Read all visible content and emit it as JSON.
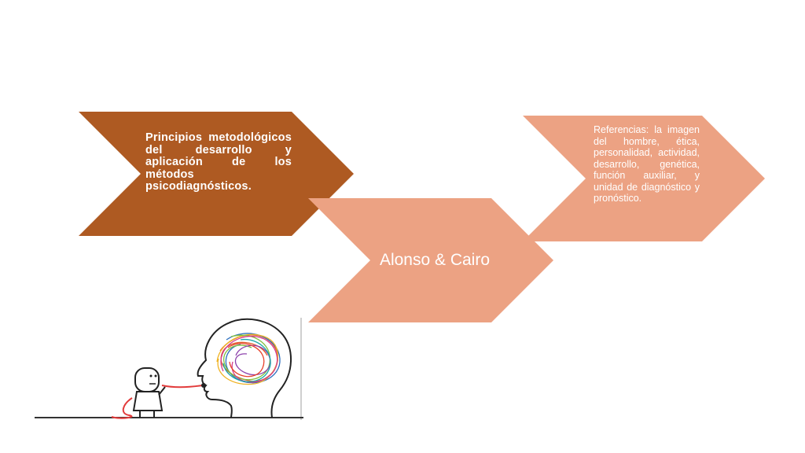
{
  "steps": [
    {
      "text": "Principios metodológicos del desarrollo y aplicación de los métodos psicodiagnósticos.",
      "color": "#AE5A22"
    },
    {
      "text": "Alonso & Cairo",
      "color": "#ECA283"
    },
    {
      "text": "Referencias: la imagen del hombre, ética, personalidad, actividad, desarrollo, genética, función auxiliar, y unidad de diagnóstico y pronóstico.",
      "color": "#ECA283"
    }
  ],
  "illustration": {
    "icon": "doctor-stethoscope-tangled-brain-icon"
  }
}
